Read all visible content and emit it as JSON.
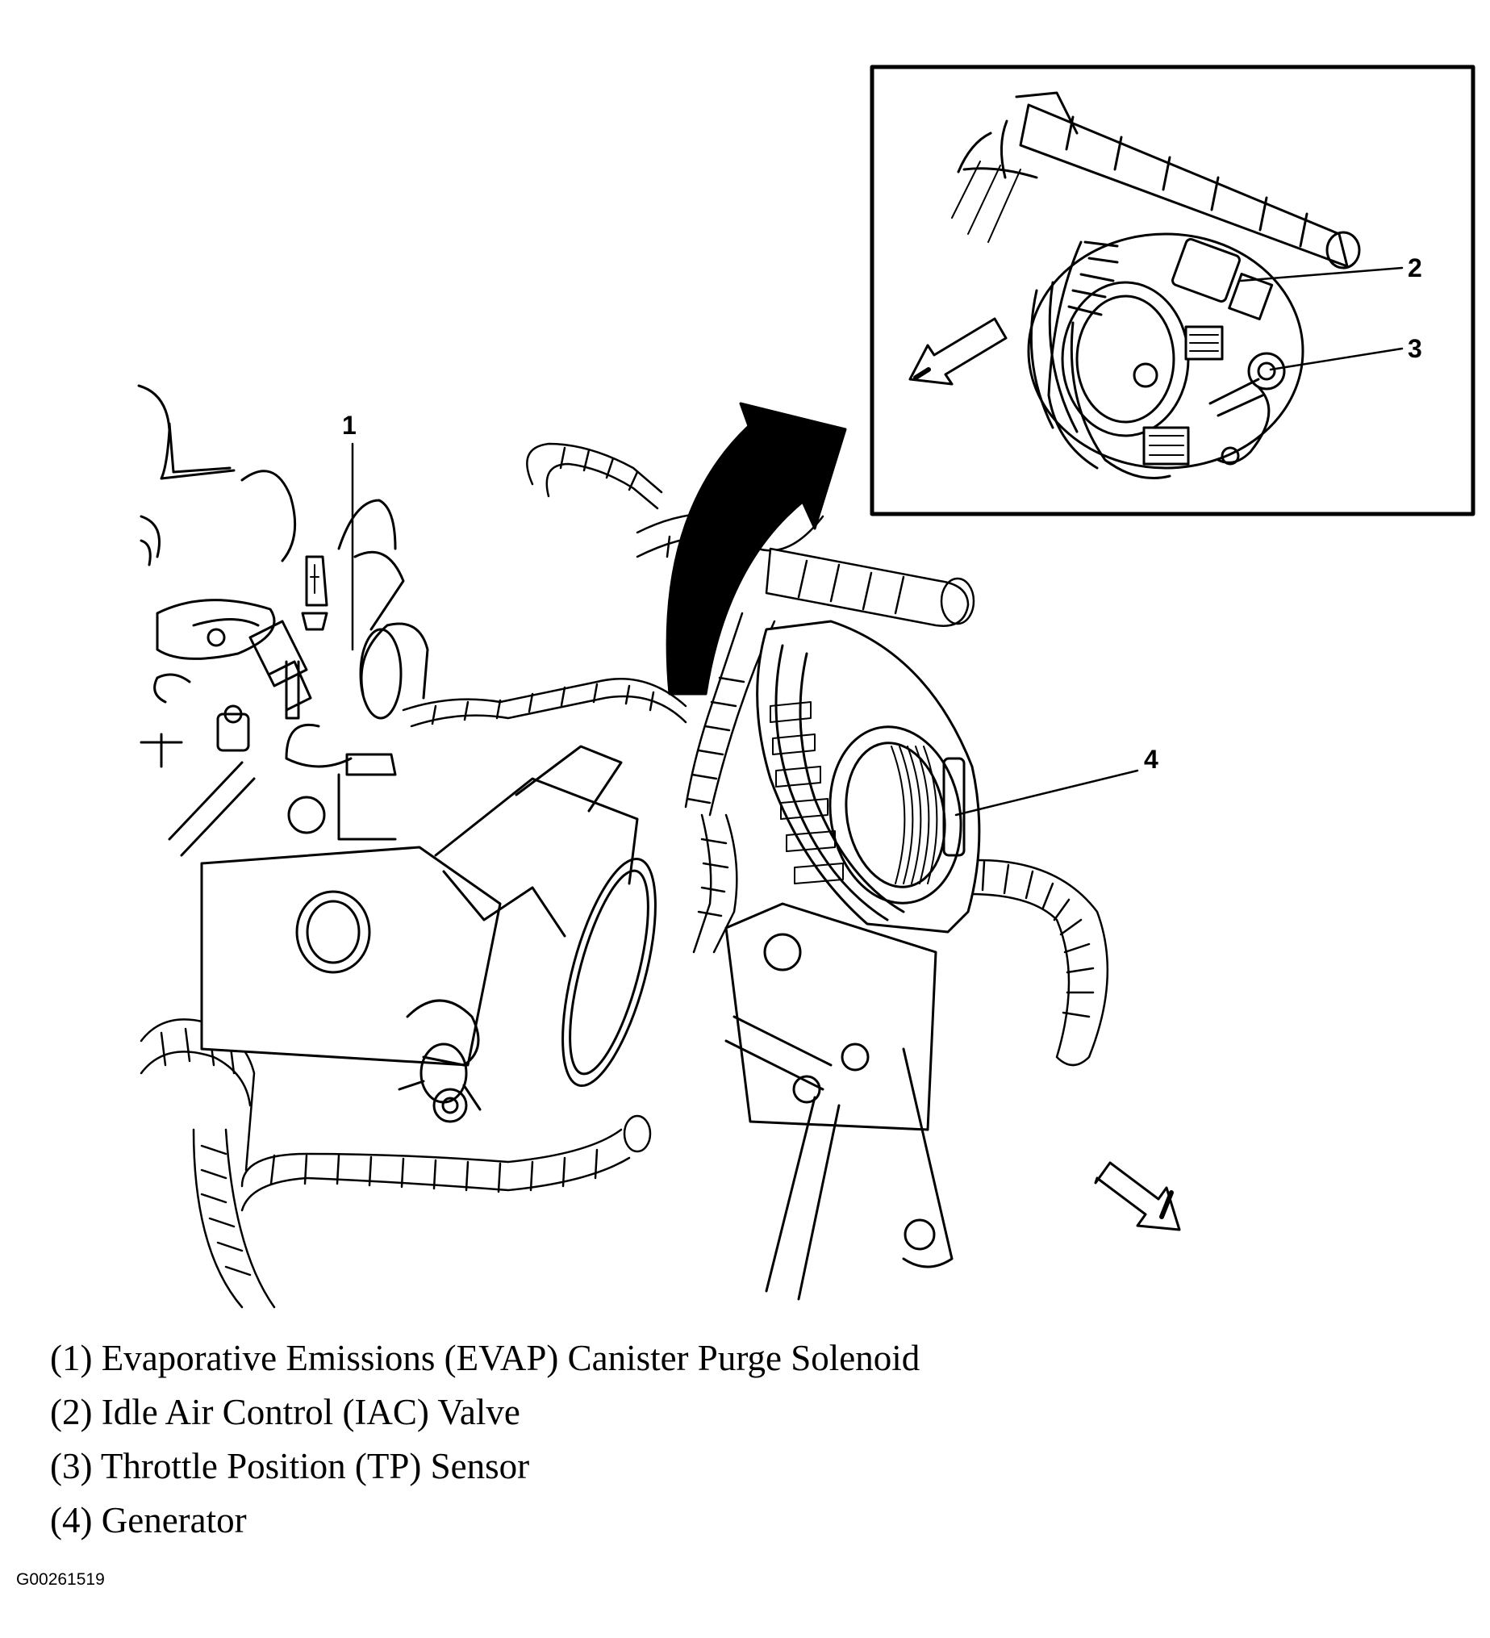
{
  "callouts": [
    "1",
    "2",
    "3",
    "4"
  ],
  "legend": [
    "(1) Evaporative Emissions (EVAP) Canister Purge Solenoid",
    "(2) Idle Air Control (IAC) Valve",
    "(3) Throttle Position (TP) Sensor",
    "(4) Generator"
  ],
  "figure_id": "G00261519",
  "line_color": "#000000"
}
